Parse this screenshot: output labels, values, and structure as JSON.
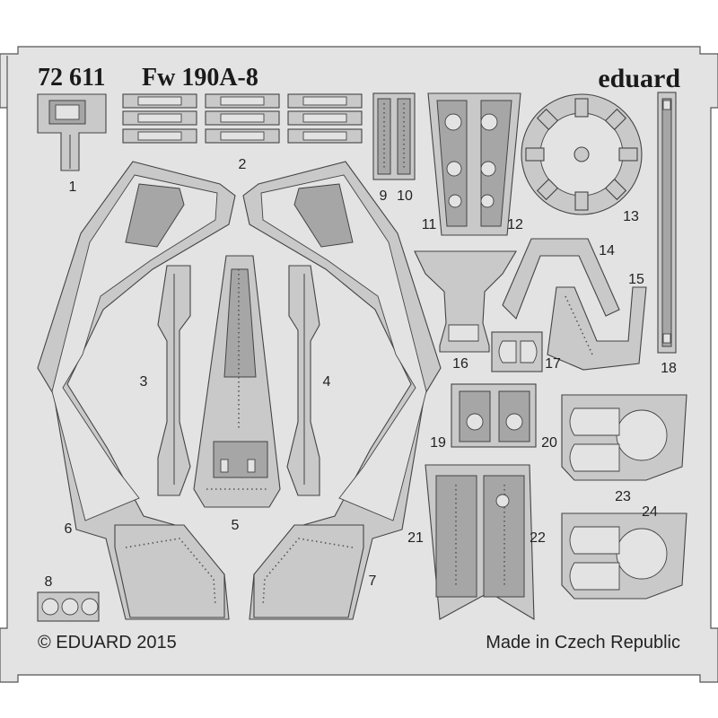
{
  "header": {
    "code": "72 611",
    "model": "Fw 190A-8",
    "brand": "eduard"
  },
  "footer": {
    "copyright": "© EDUARD 2015",
    "origin": "Made in Czech Republic"
  },
  "part_numbers": [
    "1",
    "2",
    "3",
    "4",
    "5",
    "6",
    "7",
    "8",
    "9",
    "10",
    "11",
    "12",
    "13",
    "14",
    "15",
    "16",
    "17",
    "18",
    "19",
    "20",
    "21",
    "22",
    "23",
    "24"
  ],
  "colors": {
    "fret": "#e3e3e3",
    "part": "#c9c9c9",
    "etched": "#a6a6a6",
    "outline": "#444444"
  }
}
